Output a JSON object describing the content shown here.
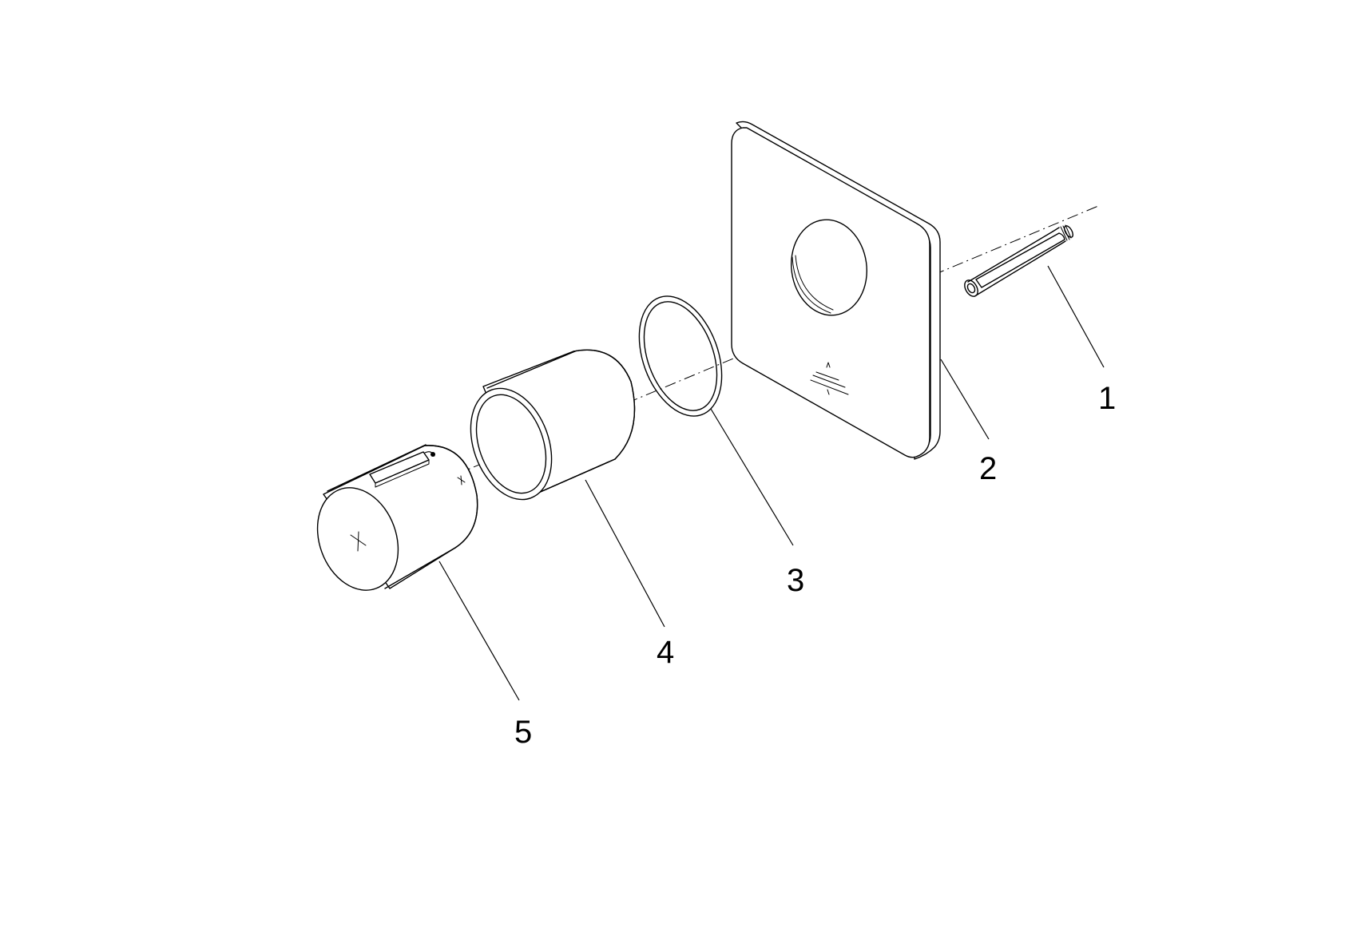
{
  "diagram": {
    "parts": [
      {
        "number": "1"
      },
      {
        "number": "2"
      },
      {
        "number": "3"
      },
      {
        "number": "4"
      },
      {
        "number": "5"
      }
    ]
  }
}
